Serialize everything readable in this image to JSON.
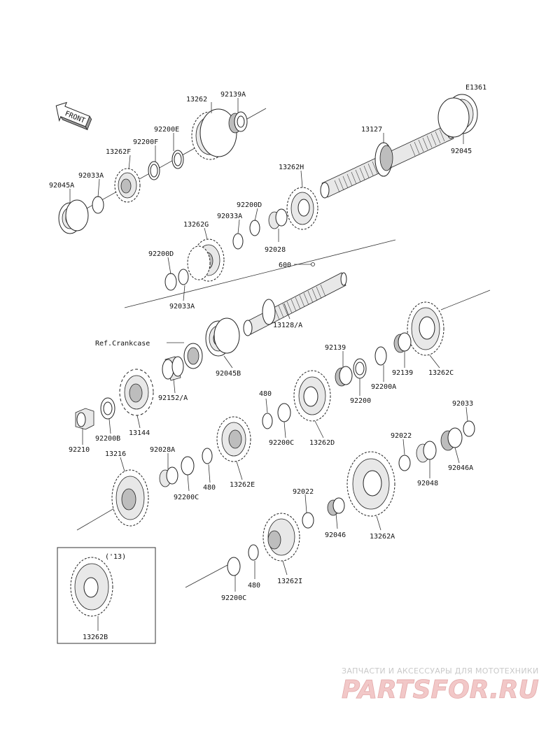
{
  "diagram_code": "E1361",
  "front_label": "FRONT",
  "ref_label": "Ref.Crankcase",
  "inset_note": "('13)",
  "watermark": {
    "top": "ЗАПЧАСТИ И АКСЕССУАРЫ ДЛЯ МОТОТЕХНИКИ",
    "logo": "PARTSFOR.RU"
  },
  "labels": {
    "p13262": "13262",
    "p92139A": "92139A",
    "p13127": "13127",
    "p92045": "92045",
    "p92200E": "92200E",
    "p92200F": "92200F",
    "p13262F": "13262F",
    "p92033A_1": "92033A",
    "p92045A": "92045A",
    "p13262H": "13262H",
    "p92200D_1": "92200D",
    "p92033A_2": "92033A",
    "p13262G": "13262G",
    "p92028": "92028",
    "p92200D_2": "92200D",
    "p92033A_3": "92033A",
    "p600": "600",
    "p13128A": "13128/A",
    "p92045B": "92045B",
    "p92139_1": "92139",
    "p92139_2": "92139",
    "p92200A": "92200A",
    "p13262C": "13262C",
    "p92200": "92200",
    "p92152A": "92152/A",
    "p13144": "13144",
    "p480_1": "480",
    "p92200C_1": "92200C",
    "p13262D": "13262D",
    "p92200B": "92200B",
    "p92210": "92210",
    "p92033": "92033",
    "p92022_1": "92022",
    "p92048": "92048",
    "p92046A": "92046A",
    "p13216": "13216",
    "p92028A": "92028A",
    "p92200C_2": "92200C",
    "p480_2": "480",
    "p13262E": "13262E",
    "p92022_2": "92022",
    "p92046": "92046",
    "p13262A": "13262A",
    "p480_3": "480",
    "p92200C_3": "92200C",
    "p13262I": "13262I",
    "p13262B": "13262B"
  }
}
